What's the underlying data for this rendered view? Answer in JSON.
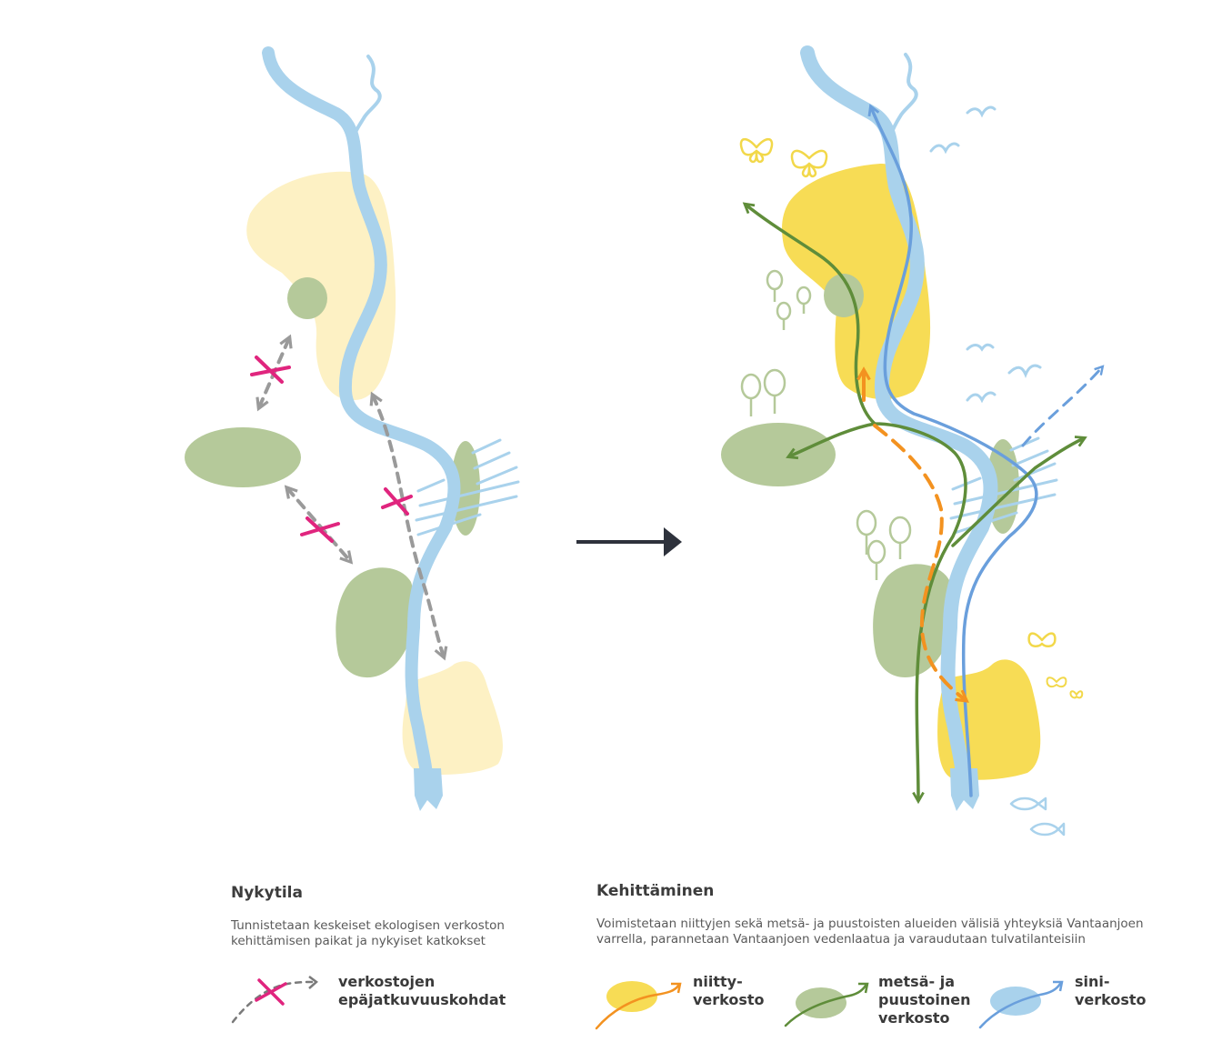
{
  "colors": {
    "river": "#a9d2ec",
    "meadow_pale": "#fdf1c4",
    "meadow": "#f7dc55",
    "forest": "#b5c99a",
    "gray_arrow": "#9a9a9a",
    "break_mark": "#e0257e",
    "blue_arrow": "#6a9fdc",
    "green_arrow": "#5f8d3a",
    "orange_arrow": "#f39220",
    "dark_arrow": "#2e323c"
  },
  "icons": [
    "break-cross-icon",
    "tree-icon",
    "butterfly-icon",
    "bird-icon",
    "fish-icon",
    "arrow-right-icon"
  ],
  "current_state": {
    "title": "Nykytila",
    "description_lines": [
      "Tunnistetaan keskeiset ekologisen verkoston",
      "kehittämisen paikat ja nykyiset katkokset"
    ],
    "legend": {
      "label_lines": [
        "verkostojen",
        "epäjatkuvuuskohdat"
      ]
    }
  },
  "development": {
    "title": "Kehittäminen",
    "description_lines": [
      "Voimistetaan niittyjen sekä metsä- ja puustoisten alueiden välisiä yhteyksiä Vantaanjoen",
      "varrella, parannetaan Vantaanjoen vedenlaatua ja varaudutaan tulvatilanteisiin"
    ],
    "legend": [
      {
        "label_lines": [
          "niitty-",
          "verkosto"
        ],
        "color": "#f7dc55",
        "arrow_color": "#f39220"
      },
      {
        "label_lines": [
          "metsä- ja",
          "puustoinen",
          "verkosto"
        ],
        "color": "#b5c99a",
        "arrow_color": "#5f8d3a"
      },
      {
        "label_lines": [
          "sini-",
          "verkosto"
        ],
        "color": "#a9d2ec",
        "arrow_color": "#6a9fdc"
      }
    ]
  }
}
